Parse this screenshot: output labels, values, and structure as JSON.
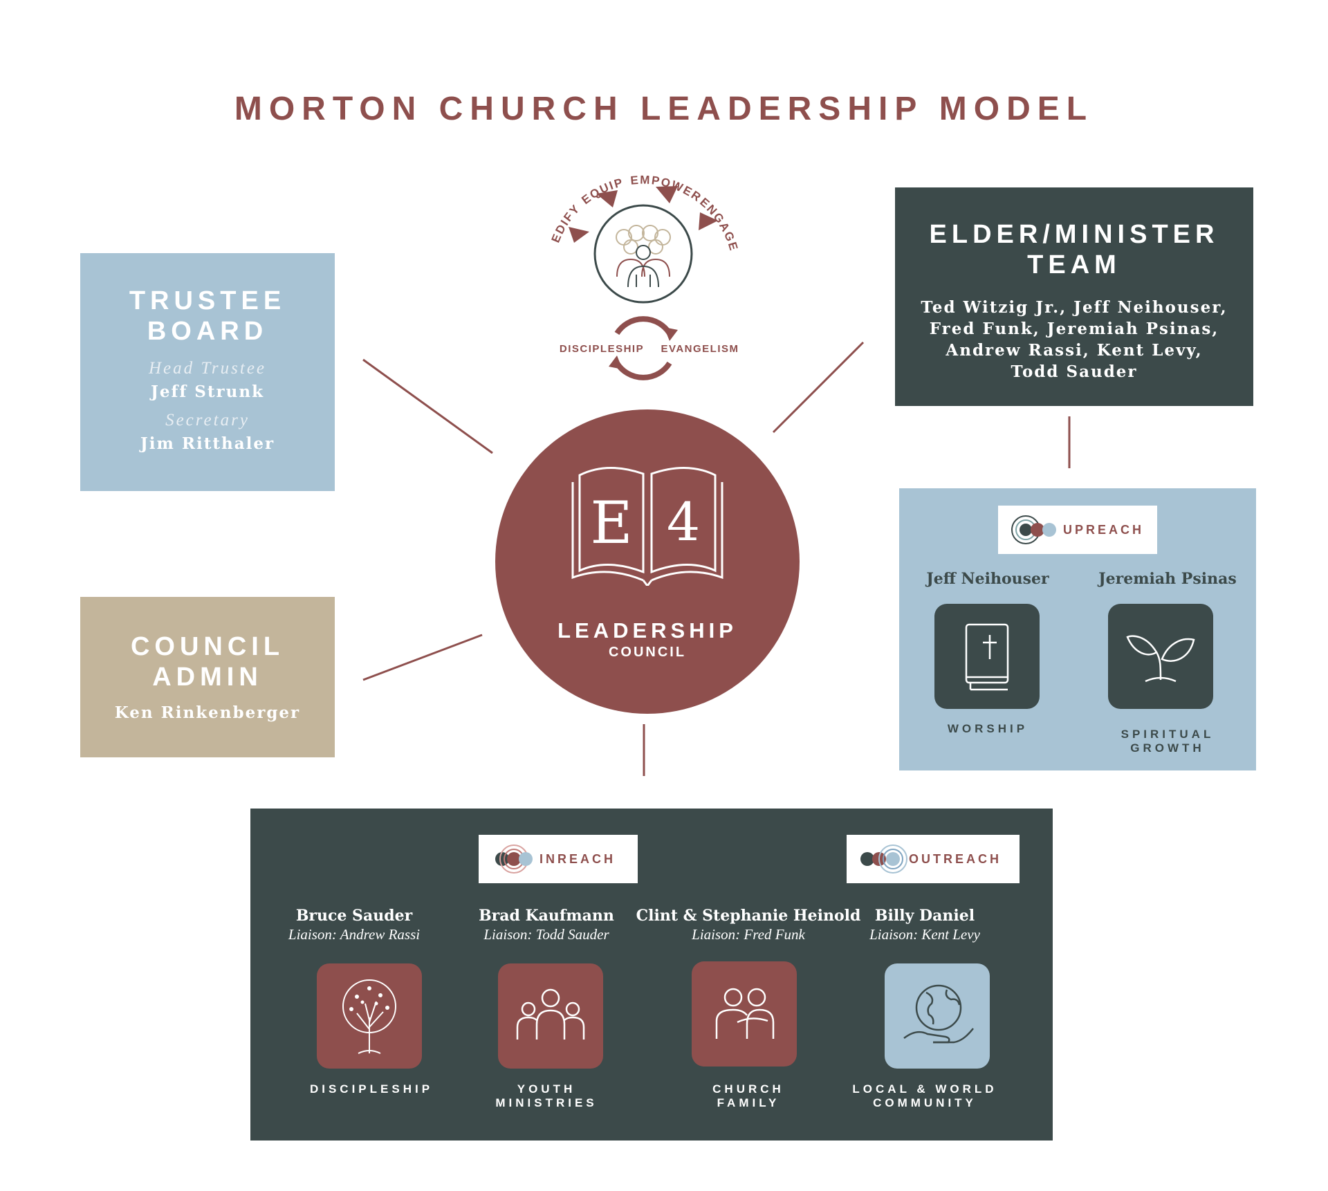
{
  "title": "MORTON CHURCH LEADERSHIP MODEL",
  "cycle": {
    "words": [
      "EDIFY",
      "EQUIP",
      "EMPOWER",
      "ENGAGE"
    ],
    "left": "DISCIPLESHIP",
    "right": "EVANGELISM"
  },
  "trustee": {
    "title_line1": "TRUSTEE",
    "title_line2": "BOARD",
    "role1": "Head Trustee",
    "name1": "Jeff Strunk",
    "role2": "Secretary",
    "name2": "Jim Ritthaler"
  },
  "council_admin": {
    "title_line1": "COUNCIL",
    "title_line2": "ADMIN",
    "name": "Ken Rinkenberger"
  },
  "elder": {
    "title_line1": "ELDER/MINISTER",
    "title_line2": "TEAM",
    "names": [
      "Ted Witzig Jr., Jeff Neihouser,",
      "Fred Funk, Jeremiah Psinas,",
      "Andrew Rassi, Kent Levy,",
      "Todd Sauder"
    ]
  },
  "center": {
    "letter": "E",
    "number": "4",
    "line1": "LEADERSHIP",
    "line2": "COUNCIL"
  },
  "upreach": {
    "label": "UPREACH",
    "ministries": [
      {
        "leader": "Jeff Neihouser",
        "caption": "WORSHIP",
        "icon": "bible-icon"
      },
      {
        "leader": "Jeremiah Psinas",
        "caption_line1": "SPIRITUAL",
        "caption_line2": "GROWTH",
        "icon": "sprout-icon"
      }
    ]
  },
  "bottom": {
    "inreach_label": "INREACH",
    "outreach_label": "OUTREACH",
    "ministries": [
      {
        "leader": "Bruce Sauder",
        "liaison": "Liaison: Andrew Rassi",
        "caption_line1": "DISCIPLESHIP",
        "caption_line2": "",
        "icon": "tree-icon"
      },
      {
        "leader": "Brad Kaufmann",
        "liaison": "Liaison: Todd Sauder",
        "caption_line1": "YOUTH",
        "caption_line2": "MINISTRIES",
        "icon": "group-icon"
      },
      {
        "leader": "Clint & Stephanie Heinold",
        "liaison": "Liaison: Fred Funk",
        "caption_line1": "CHURCH",
        "caption_line2": "FAMILY",
        "icon": "couple-icon"
      },
      {
        "leader": "Billy Daniel",
        "liaison": "Liaison: Kent Levy",
        "caption_line1": "LOCAL & WORLD",
        "caption_line2": "COMMUNITY",
        "icon": "globe-hand-icon"
      }
    ]
  },
  "colors": {
    "maroon": "#8e4f4d",
    "slate": "#3c4a4a",
    "light_blue": "#a8c3d4",
    "tan": "#c3b59b"
  }
}
